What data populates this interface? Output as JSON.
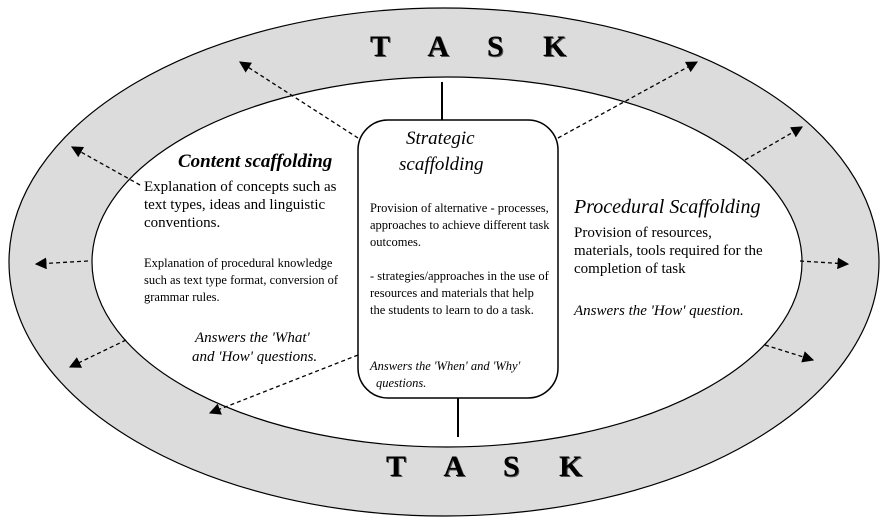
{
  "task_top": "T A S K",
  "task_bottom": "T A S K",
  "content": {
    "heading": "Content scaffolding",
    "para1": "Explanation of concepts such as text types, ideas and linguistic conventions.",
    "para2": "Explanation of procedural knowledge such as text type format, conversion of grammar rules.",
    "answers_line1": "Answers the 'What'",
    "answers_line2": "and 'How' questions."
  },
  "strategic": {
    "heading_line1": "Strategic",
    "heading_line2": "scaffolding",
    "para1": "Provision of alternative - processes, approaches to achieve different task outcomes.",
    "para2": "- strategies/approaches in the use of resources and materials that help the students to learn to do a task.",
    "answers_line1": "Answers the 'When' and 'Why'",
    "answers_line2": "questions."
  },
  "procedural": {
    "heading": "Procedural Scaffolding",
    "para1": "Provision of resources, materials, tools required for the completion of task",
    "answers": "Answers the 'How' question."
  }
}
